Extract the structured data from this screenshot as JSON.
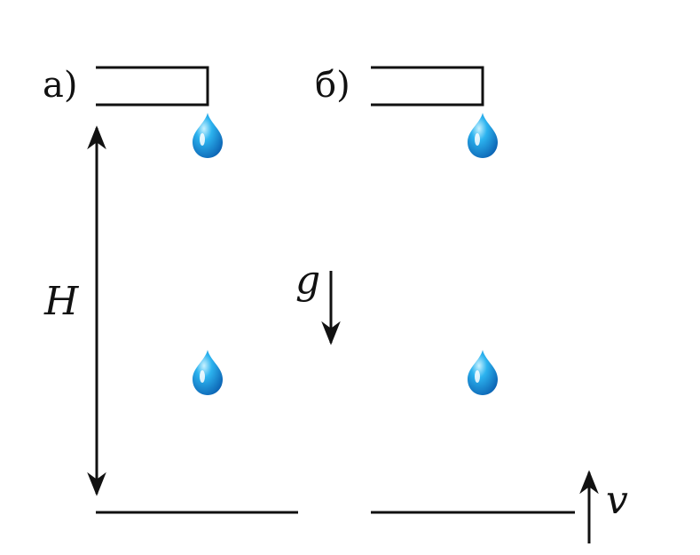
{
  "panels": [
    {
      "label": "а)"
    },
    {
      "label": "б)"
    }
  ],
  "labels": {
    "height": "H",
    "gravity": "g",
    "velocity": "v"
  },
  "colors": {
    "ink": "#111111",
    "drop_light": "#9fe6ff",
    "drop_mid": "#1fa3e6",
    "drop_dark": "#0a5fb0"
  },
  "icons": {
    "drop": "water-drop-icon",
    "arrow": "arrow-icon"
  }
}
